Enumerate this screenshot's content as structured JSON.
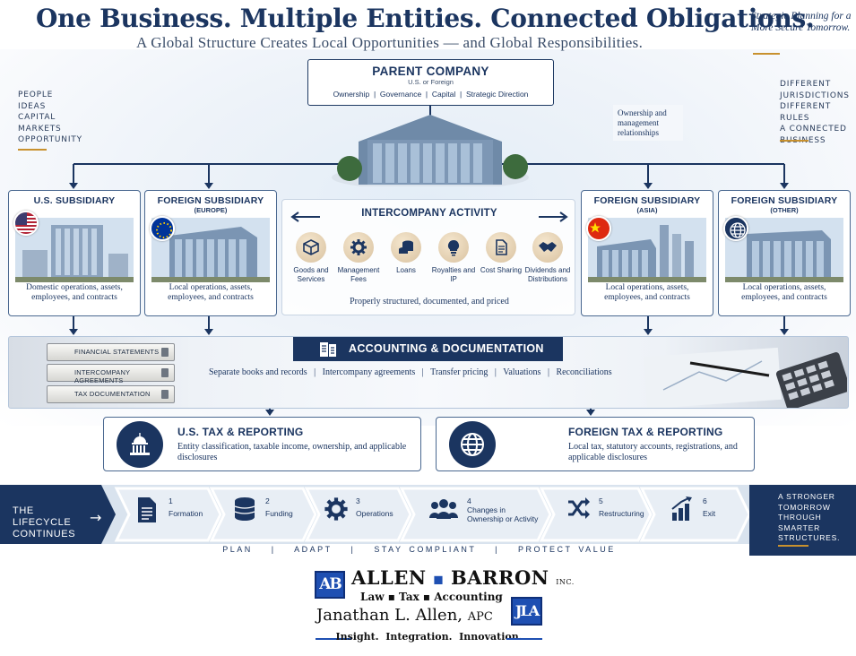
{
  "header": {
    "title": "One Business. Multiple Entities. Connected Obligations.",
    "subtitle": "A Global Structure Creates Local Opportunities — and Global Responsibilities.",
    "tagline": "Strategic Planning for a More Secure Tomorrow."
  },
  "left_list": [
    "PEOPLE",
    "IDEAS",
    "CAPITAL",
    "MARKETS",
    "OPPORTUNITY"
  ],
  "right_list": [
    "DIFFERENT",
    "JURISDICTIONS",
    "DIFFERENT RULES",
    "A CONNECTED",
    "BUSINESS"
  ],
  "parent": {
    "title": "PARENT COMPANY",
    "sub": "U.S. or Foreign",
    "items": "Ownership  |  Governance  |  Capital  |  Strategic Direction",
    "note": "Ownership and management relationships"
  },
  "subsidiaries": [
    {
      "title": "U.S. SUBSIDIARY",
      "region": "",
      "flag": "us-flag",
      "text": "Domestic operations, assets, employees, and contracts"
    },
    {
      "title": "FOREIGN SUBSIDIARY",
      "region": "(EUROPE)",
      "flag": "eu-flag",
      "text": "Local operations, assets, employees, and contracts"
    },
    {
      "title": "FOREIGN SUBSIDIARY",
      "region": "(ASIA)",
      "flag": "china-flag",
      "text": "Local operations, assets, employees, and contracts"
    },
    {
      "title": "FOREIGN SUBSIDIARY",
      "region": "(OTHER)",
      "flag": "globe-icon",
      "text": "Local operations, assets, employees, and contracts"
    }
  ],
  "intercompany": {
    "title": "INTERCOMPANY ACTIVITY",
    "items": [
      {
        "label": "Goods and Services",
        "icon": "box-icon"
      },
      {
        "label": "Management Fees",
        "icon": "gear-icon"
      },
      {
        "label": "Loans",
        "icon": "coins-icon"
      },
      {
        "label": "Royalties and IP",
        "icon": "lightbulb-icon"
      },
      {
        "label": "Cost Sharing",
        "icon": "document-icon"
      },
      {
        "label": "Dividends and Distributions",
        "icon": "handshake-icon"
      }
    ],
    "footer": "Properly structured, documented, and priced"
  },
  "accounting": {
    "title": "ACCOUNTING & DOCUMENTATION",
    "binders": [
      "FINANCIAL STATEMENTS",
      "INTERCOMPANY AGREEMENTS",
      "TAX DOCUMENTATION"
    ],
    "items": "Separate books and records   |   Intercompany agreements   |   Transfer pricing   |   Valuations   |   Reconciliations"
  },
  "tax": {
    "us": {
      "title": "U.S. TAX & REPORTING",
      "text": "Entity classification, taxable income, ownership, and applicable disclosures",
      "icon": "capitol-icon"
    },
    "foreign": {
      "title": "FOREIGN TAX & REPORTING",
      "text": "Local tax, statutory accounts, registrations, and applicable disclosures",
      "icon": "globe-icon"
    }
  },
  "lifecycle": {
    "lead": "THE LIFECYCLE CONTINUES",
    "steps": [
      {
        "num": "1",
        "label": "Formation",
        "icon": "document-icon"
      },
      {
        "num": "2",
        "label": "Funding",
        "icon": "coins-icon"
      },
      {
        "num": "3",
        "label": "Operations",
        "icon": "gear-icon"
      },
      {
        "num": "4",
        "label": "Changes in Ownership or Activity",
        "icon": "people-icon"
      },
      {
        "num": "5",
        "label": "Restructuring",
        "icon": "shuffle-icon"
      },
      {
        "num": "6",
        "label": "Exit",
        "icon": "chart-icon"
      }
    ],
    "end_text": "A STRONGER TOMORROW THROUGH SMARTER STRUCTURES.",
    "motto": "PLAN   |   ADAPT   |   STAY COMPLIANT   |   PROTECT VALUE"
  },
  "brand": {
    "logo1": "AB",
    "firm_name": "ALLEN",
    "firm_name2": "BARRON",
    "firm_inc": "INC.",
    "firm_sub": "Law ▪ Tax ▪ Accounting",
    "person": "Janathan L. Allen,",
    "person_suffix": "APC",
    "logo2": "JLA",
    "slogan": "Insight.  Integration.  Innovation."
  },
  "colors": {
    "navy": "#1b3560",
    "gold": "#c8912e",
    "brand_blue": "#1e4fb2"
  }
}
